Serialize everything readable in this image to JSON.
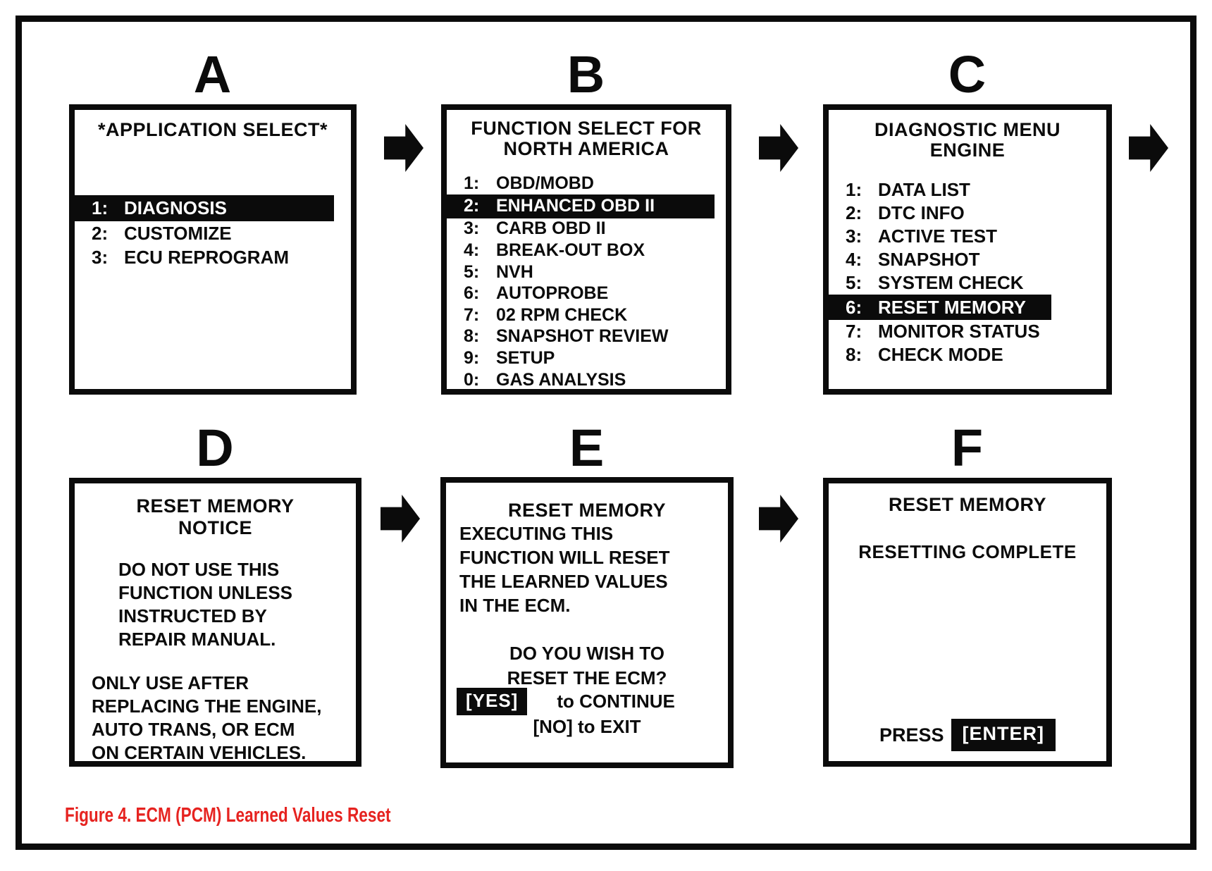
{
  "figure": {
    "caption": "Figure 4. ECM (PCM) Learned Values Reset",
    "caption_color": "#e62320",
    "ink_color": "#0b0b0b"
  },
  "icons": {
    "flow_arrow": "right-block-arrow"
  },
  "panels": {
    "a": {
      "label": "A",
      "title_lines": [
        "*APPLICATION SELECT*"
      ],
      "menu": [
        {
          "num": "1:",
          "text": "DIAGNOSIS",
          "highlighted": true
        },
        {
          "num": "2:",
          "text": "CUSTOMIZE",
          "highlighted": false
        },
        {
          "num": "3:",
          "text": "ECU REPROGRAM",
          "highlighted": false
        }
      ]
    },
    "b": {
      "label": "B",
      "title_lines": [
        "FUNCTION SELECT FOR",
        "NORTH AMERICA"
      ],
      "menu": [
        {
          "num": "1:",
          "text": "OBD/MOBD",
          "highlighted": false
        },
        {
          "num": "2:",
          "text": "ENHANCED OBD II",
          "highlighted": true
        },
        {
          "num": "3:",
          "text": "CARB OBD II",
          "highlighted": false
        },
        {
          "num": "4:",
          "text": "BREAK-OUT BOX",
          "highlighted": false
        },
        {
          "num": "5:",
          "text": "NVH",
          "highlighted": false
        },
        {
          "num": "6:",
          "text": "AUTOPROBE",
          "highlighted": false
        },
        {
          "num": "7:",
          "text": "02 RPM CHECK",
          "highlighted": false
        },
        {
          "num": "8:",
          "text": "SNAPSHOT REVIEW",
          "highlighted": false
        },
        {
          "num": "9:",
          "text": "SETUP",
          "highlighted": false
        },
        {
          "num": "0:",
          "text": "GAS ANALYSIS",
          "highlighted": false
        }
      ]
    },
    "c": {
      "label": "C",
      "title_lines": [
        "DIAGNOSTIC MENU",
        "ENGINE"
      ],
      "menu": [
        {
          "num": "1:",
          "text": "DATA LIST",
          "highlighted": false
        },
        {
          "num": "2:",
          "text": "DTC INFO",
          "highlighted": false
        },
        {
          "num": "3:",
          "text": "ACTIVE TEST",
          "highlighted": false
        },
        {
          "num": "4:",
          "text": "SNAPSHOT",
          "highlighted": false
        },
        {
          "num": "5:",
          "text": "SYSTEM CHECK",
          "highlighted": false
        },
        {
          "num": "6:",
          "text": "RESET MEMORY",
          "highlighted": true
        },
        {
          "num": "7:",
          "text": "MONITOR STATUS",
          "highlighted": false
        },
        {
          "num": "8:",
          "text": "CHECK MODE",
          "highlighted": false
        }
      ]
    },
    "d": {
      "label": "D",
      "title_lines": [
        "RESET MEMORY",
        "NOTICE"
      ],
      "para1": [
        "DO NOT USE THIS",
        "FUNCTION UNLESS",
        "INSTRUCTED BY",
        "REPAIR MANUAL."
      ],
      "para2": [
        "ONLY USE AFTER",
        "REPLACING THE ENGINE,",
        "AUTO TRANS, OR ECM",
        "ON CERTAIN VEHICLES."
      ]
    },
    "e": {
      "label": "E",
      "title": "RESET MEMORY",
      "body": [
        "EXECUTING THIS",
        "FUNCTION WILL RESET",
        "THE LEARNED VALUES",
        "IN THE ECM."
      ],
      "question": [
        "DO YOU WISH TO",
        "RESET THE ECM?"
      ],
      "yes_key": "[YES]",
      "yes_action": "to CONTINUE",
      "no_line": "[NO] to EXIT"
    },
    "f": {
      "label": "F",
      "title": "RESET MEMORY",
      "status": "RESETTING COMPLETE",
      "press_label": "PRESS",
      "enter_key": "[ENTER]"
    }
  }
}
